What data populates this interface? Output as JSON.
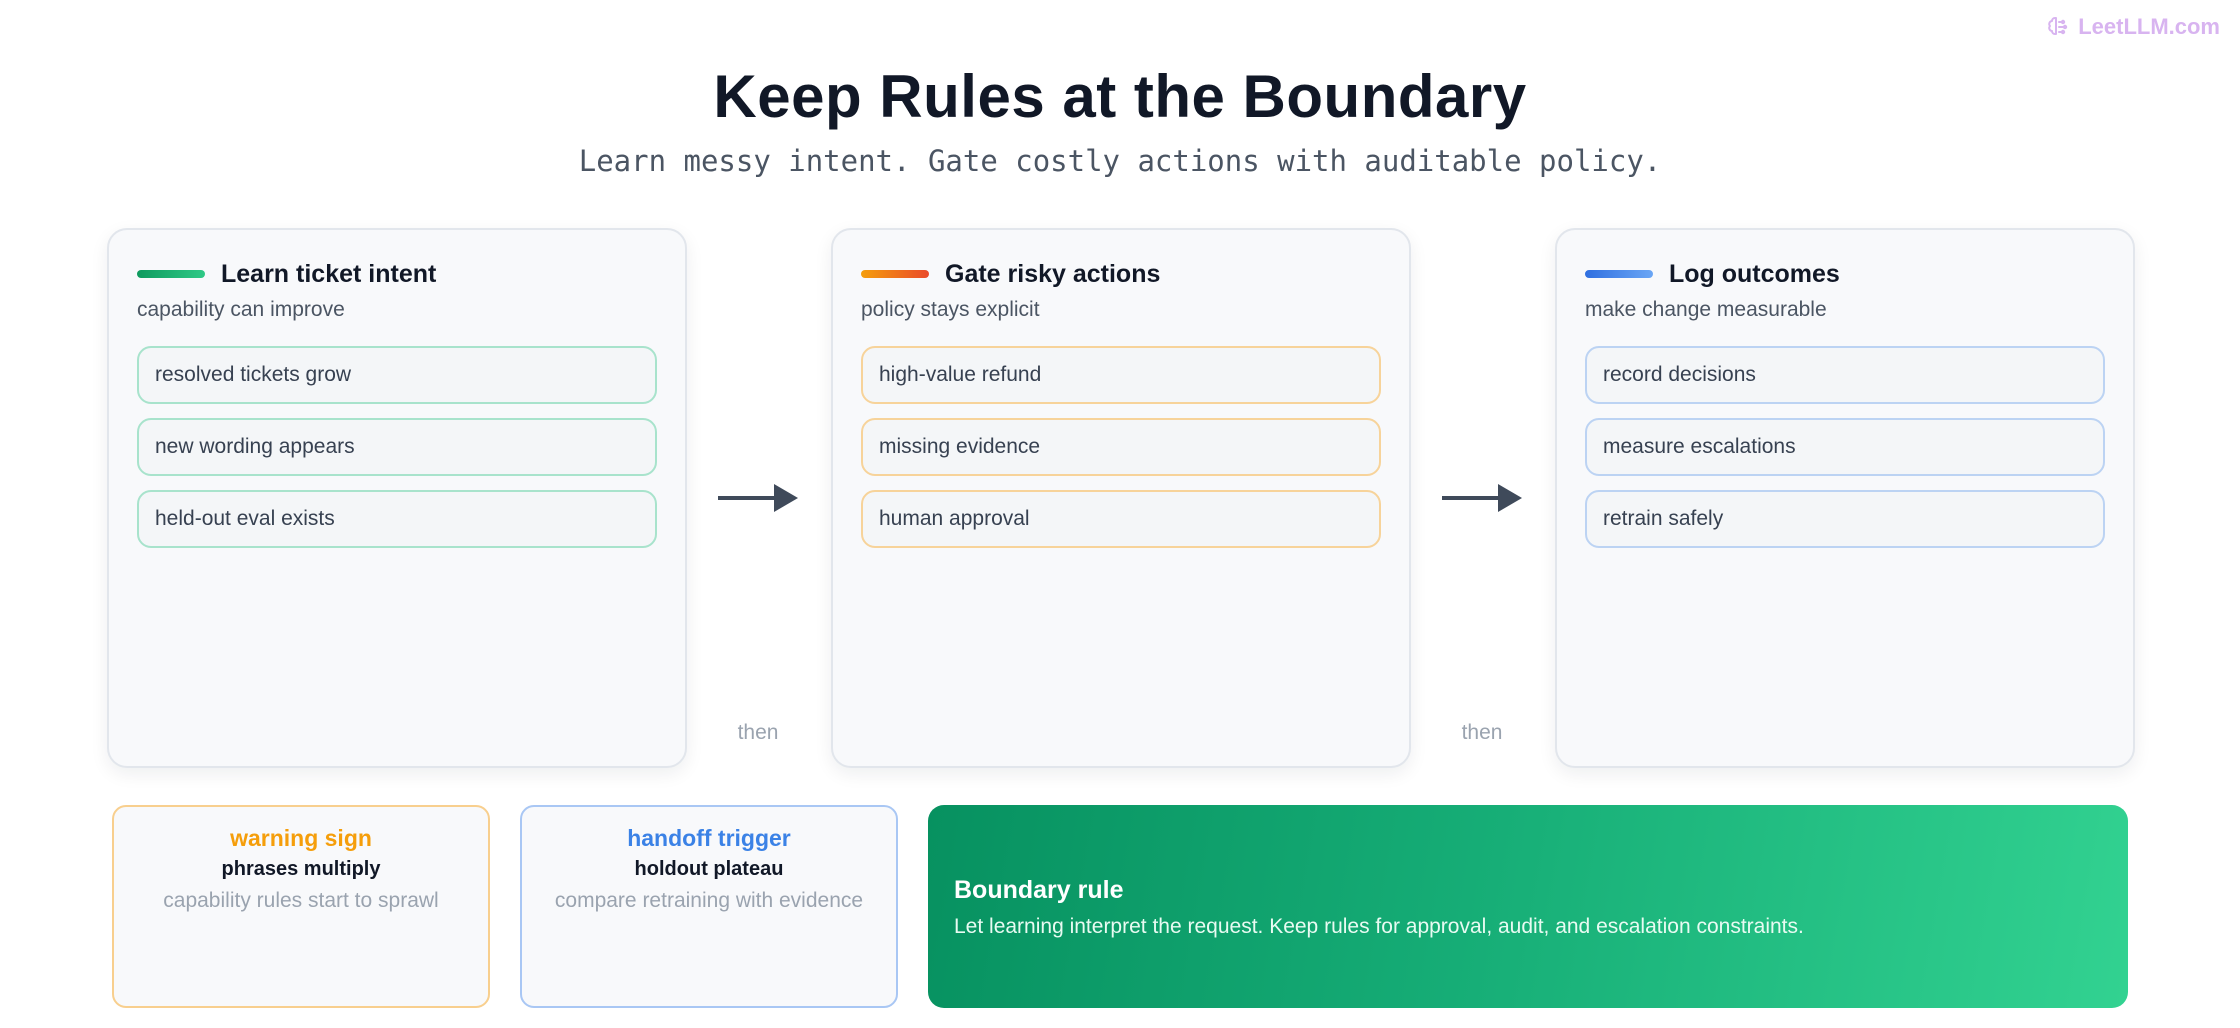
{
  "brand": {
    "label": "LeetLLM.com",
    "icon": "brain-icon"
  },
  "header": {
    "title": "Keep Rules at the Boundary",
    "subtitle": "Learn messy intent. Gate costly actions with auditable policy."
  },
  "stages": [
    {
      "title": "Learn ticket intent",
      "subtitle": "capability can improve",
      "accent_colors": [
        "#0e9a5e",
        "#2fc986"
      ],
      "items": [
        "resolved tickets grow",
        "new wording appears",
        "held-out eval exists"
      ]
    },
    {
      "title": "Gate risky actions",
      "subtitle": "policy stays explicit",
      "accent_colors": [
        "#f59e0b",
        "#ea4a2a"
      ],
      "items": [
        "high-value refund",
        "missing evidence",
        "human approval"
      ]
    },
    {
      "title": "Log outcomes",
      "subtitle": "make change measurable",
      "accent_colors": [
        "#2f6fe0",
        "#6aa6f5"
      ],
      "items": [
        "record decisions",
        "measure escalations",
        "retrain safely"
      ]
    }
  ],
  "connectors": [
    {
      "label": "then",
      "icon": "arrow-right-icon"
    },
    {
      "label": "then",
      "icon": "arrow-right-icon"
    }
  ],
  "callouts": {
    "warning": {
      "heading": "warning sign",
      "main": "phrases multiply",
      "detail": "capability rules start to sprawl",
      "color": "#f59e0b"
    },
    "handoff": {
      "heading": "handoff trigger",
      "main": "holdout plateau",
      "detail": "compare retraining with evidence",
      "color": "#3b82e6"
    }
  },
  "boundary_rule": {
    "heading": "Boundary rule",
    "body": "Let learning interpret the request. Keep rules for approval, audit, and escalation constraints.",
    "colors": [
      "#079160",
      "#32d291"
    ]
  }
}
